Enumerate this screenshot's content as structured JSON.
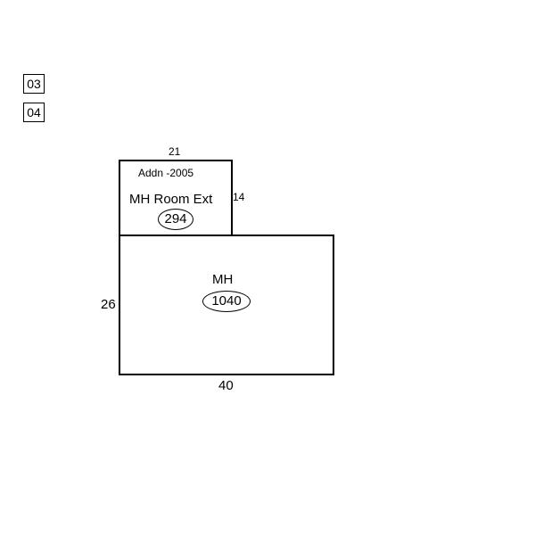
{
  "tags": [
    "03",
    "04"
  ],
  "addition": {
    "note": "Addn -2005",
    "name": "MH Room Ext",
    "area": "294",
    "width_label": "21",
    "depth_label": "14"
  },
  "main": {
    "name": "MH",
    "area": "1040",
    "width_label": "40",
    "depth_label": "26"
  }
}
